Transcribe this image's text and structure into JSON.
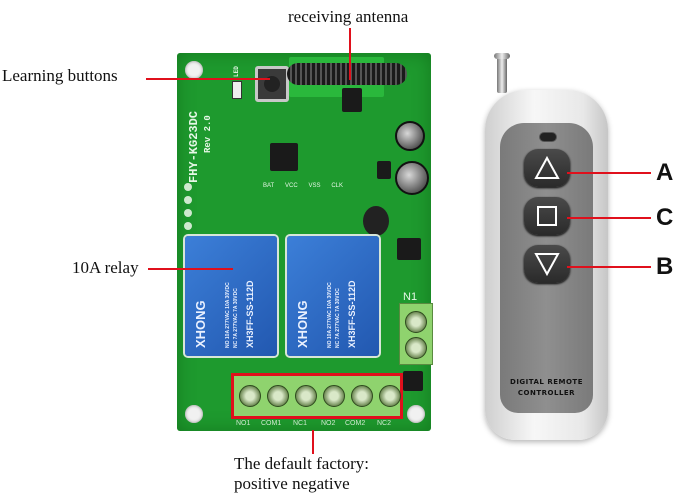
{
  "annotations": {
    "receiving_antenna": "receiving antenna",
    "learning_buttons": "Learning buttons",
    "relay": "10A relay",
    "factory_line1": "The default factory:",
    "factory_line2": "positive negative"
  },
  "pcb": {
    "model": "FHY-KG23DC",
    "revision": "Rev 2.0",
    "led_label": "LED",
    "input_label": "N1",
    "pad_labels": [
      "BAT",
      "VCC",
      "VSS",
      "CLK"
    ],
    "relays": [
      {
        "brand": "XHONG",
        "model": "XH3FF-SS-112D",
        "rating1": "NO 10A 277VAC 10A 30VDC",
        "rating2": "NC 7A 277VAC 7A 30VDC"
      },
      {
        "brand": "XHONG",
        "model": "XH3FF-SS-112D",
        "rating1": "NO 10A 277VAC 10A 30VDC",
        "rating2": "NC 7A 277VAC 7A 30VDC"
      }
    ],
    "terminals": [
      "NO1",
      "COM1",
      "NC1",
      "NO2",
      "COM2",
      "NC2"
    ]
  },
  "remote": {
    "buttons": [
      {
        "symbol": "triangle-up",
        "letter": "A"
      },
      {
        "symbol": "square",
        "letter": "C"
      },
      {
        "symbol": "triangle-down",
        "letter": "B"
      }
    ],
    "brand_line1": "DIGITAL REMOTE",
    "brand_line2": "CONTROLLER"
  },
  "colors": {
    "leader": "#e0101c",
    "pcb": "#1e9a2e",
    "relay": "#2f6bc4",
    "remote_body": "#ececec",
    "remote_panel": "#858585"
  }
}
